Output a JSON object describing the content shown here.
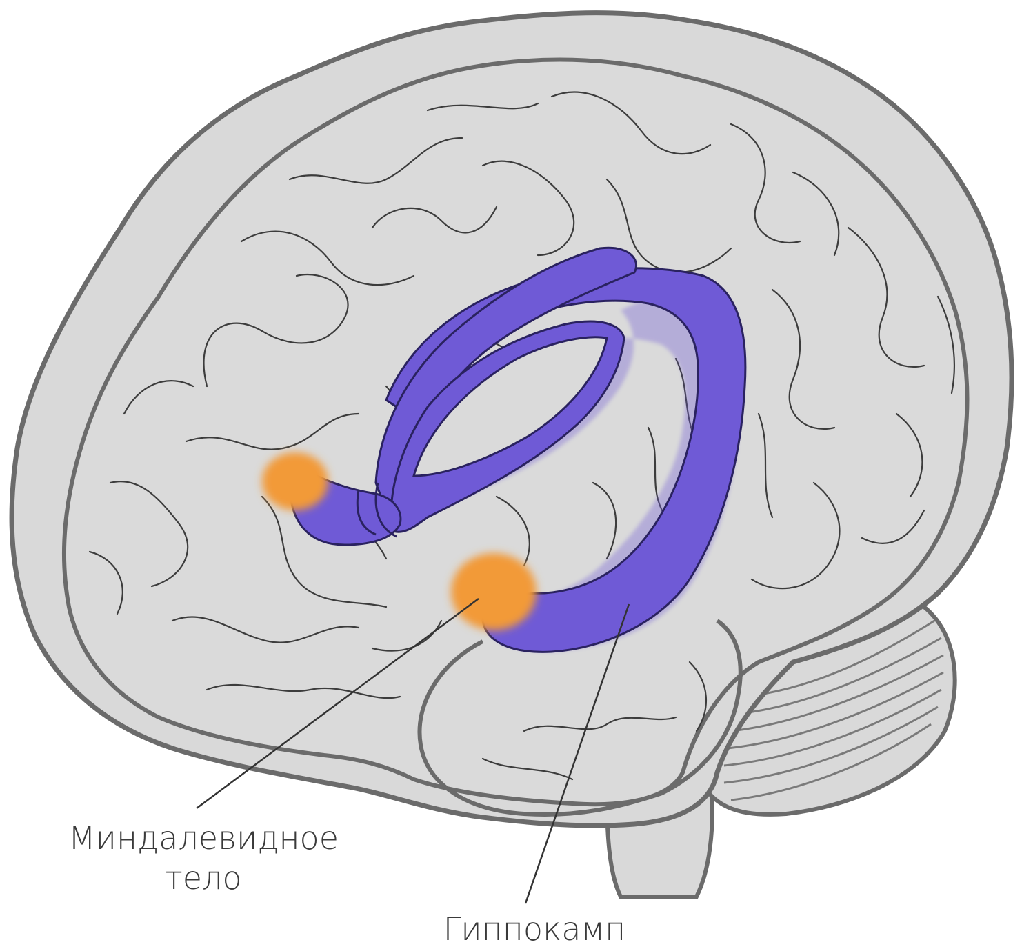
{
  "labels": {
    "amygdala_line1": "Миндалевидное",
    "amygdala_line2": "тело",
    "hippocampus": "Гиппокамп"
  },
  "colors": {
    "brain_fill": "#d9d9d9",
    "brain_outline": "#6b6b6b",
    "sulci": "#3c3c3c",
    "limbic_fill": "#6f5ad6",
    "limbic_outline": "#2a2260",
    "amygdala_fill": "#f29a38",
    "leader_line": "#333333",
    "label_text": "#3a3a3a"
  }
}
